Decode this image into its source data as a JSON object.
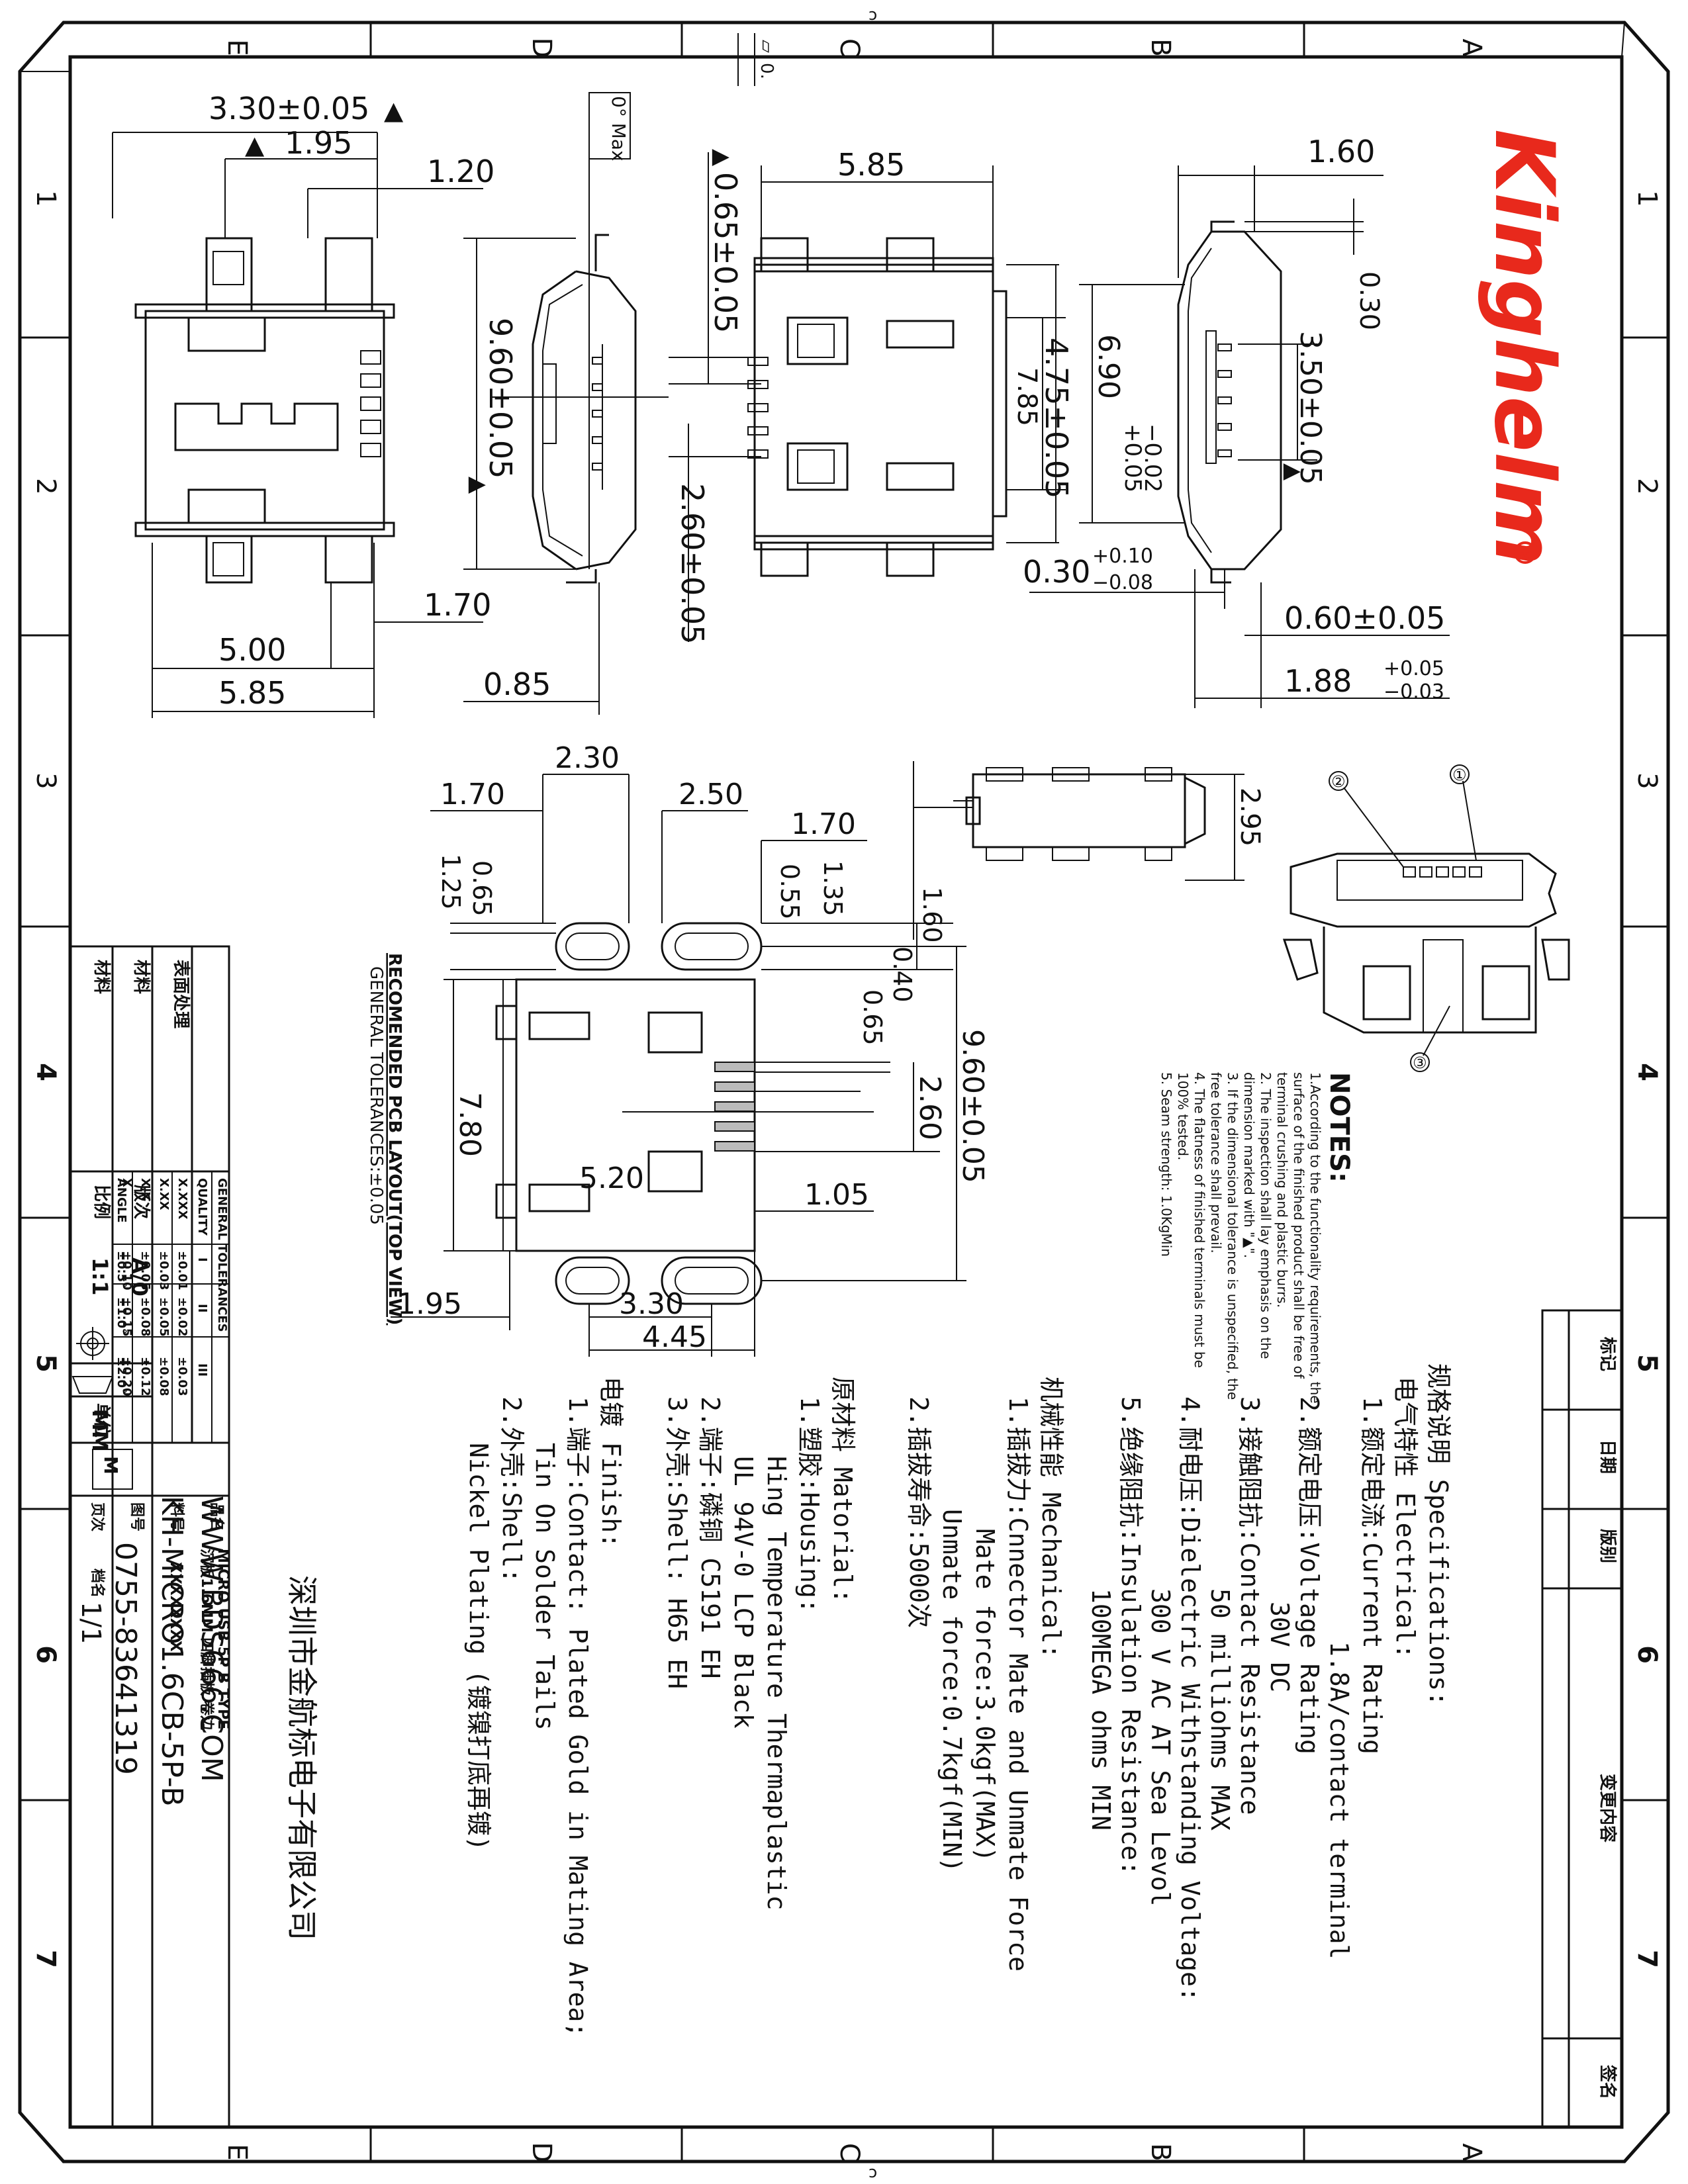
{
  "zone_letters": [
    "E",
    "D",
    "C",
    "B",
    "A"
  ],
  "zone_numbers": [
    "1",
    "2",
    "3",
    "4",
    "5",
    "6",
    "7"
  ],
  "brand": {
    "name": "Kinghelm",
    "color": "#e8291c"
  },
  "front_view_dims": {
    "overall_width": "3.30±0.05",
    "width_a": "1.95",
    "width_b": "1.20",
    "bottom_a": "1.70",
    "bottom_b": "5.00",
    "bottom_c": "5.85"
  },
  "side_view_dims": {
    "height": "9.60±0.05",
    "ref": "0.85",
    "angle": "0° Max",
    "flat": "0."
  },
  "top_view_dims": {
    "width": "5.85",
    "pin_pitch": "0.65±0.05",
    "tail": "2.60±0.05",
    "length": "7.85",
    "inner": "4.75±0.05",
    "opening_a": "6.90",
    "opening_tol_plus": "+0.05",
    "opening_tol_minus": "−0.02",
    "opening_b": "3.50±0.05",
    "gap": "0.30",
    "lead": "0.30",
    "lead_tol_plus": "+0.10",
    "lead_tol_minus": "−0.08"
  },
  "right_view_dims": {
    "top": "1.60",
    "thickness": "0.60±0.05",
    "depth": "1.88",
    "depth_tol_plus": "+0.05",
    "depth_tol_minus": "−0.03"
  },
  "pcb_layout_dims": {
    "d1": "2.30",
    "d2": "1.70",
    "d3": "2.50",
    "d4": "1.70",
    "d5": "1.25",
    "d6": "0.65",
    "d7": "1.35",
    "d8": "0.55",
    "d9": "1.60",
    "d10": "0.40",
    "d11": "0.65",
    "d12": "9.60±0.05",
    "d13": "2.60",
    "d14": "7.80",
    "d15": "5.20",
    "d16": "1.05",
    "d17": "1.95",
    "d18": "3.30",
    "d19": "4.45"
  },
  "small_side_dim": "2.95",
  "pcb_title": "RECOMENDED PCB LAYOUT(TOP VIEW)",
  "pcb_tolerance": "GENERAL TOLERANCES:±0.05",
  "callouts": [
    "①",
    "②",
    "③"
  ],
  "notes": {
    "heading": "NOTES:",
    "lines": [
      "1.According to the functionality requirements, the",
      "surface of the finished product shall be free of",
      "terminal crushing and plastic burrs.",
      "2. The inspection shall lay emphasis on the",
      "dimension marked with \"▲\".",
      "3. If the dimensional tolerance is unspecified, the",
      "free tolerance shall prevail.",
      "4. The flatness of finished terminals must be",
      "100% tested.",
      "5. Seam strength: 1.0KgMin"
    ]
  },
  "specs": [
    {
      "cls": "s-head",
      "text": "规格说明 Specifications:"
    },
    {
      "cls": "s-1",
      "text": "电气特性 Electrical:"
    },
    {
      "cls": "s-2",
      "text": "1.额定电流:Current Rating"
    },
    {
      "cls": "s-3",
      "text": "1.8A/contact terminal"
    },
    {
      "cls": "s-2",
      "text": "2.额定电压:Voltage Rating"
    },
    {
      "cls": "s-3",
      "text": "30V DC"
    },
    {
      "cls": "s-2",
      "text": "3.接触阻抗:Contact Resistance"
    },
    {
      "cls": "s-3",
      "text": "50 milliohms MAX"
    },
    {
      "cls": "s-2",
      "text": "4.耐电压:Dielectric Withstanding Voltage:"
    },
    {
      "cls": "s-3",
      "text": "300 V AC AT Sea Levol"
    },
    {
      "cls": "s-2",
      "text": "5.绝缘阻抗:Insulation Resistance:"
    },
    {
      "cls": "s-3",
      "text": "100MEGA ohms MIN"
    },
    {
      "cls": "s-1",
      "text": "机械性能 Mechanical:"
    },
    {
      "cls": "s-2",
      "text": "1.插拔力:Cnnector Mate and Unmate Force"
    },
    {
      "cls": "s-3",
      "text": "Mate force:3.0kgf(MAX)"
    },
    {
      "cls": "s-3",
      "text": "Unmate force:0.7kgf(MIN)"
    },
    {
      "cls": "s-2",
      "text": "2.插拔寿命:5000次"
    },
    {
      "cls": "s-1",
      "text": "原材料 Matorial:"
    },
    {
      "cls": "s-2",
      "text": "1.塑胶:Housing:"
    },
    {
      "cls": "s-3",
      "text": "Hing Temperature Thermaplastic"
    },
    {
      "cls": "s-3",
      "text": "UL 94V-0  LCP Black"
    },
    {
      "cls": "s-2",
      "text": "2.端子:磷铜 C5191 EH"
    },
    {
      "cls": "s-2",
      "text": "3.外壳:Shell: H65 EH"
    },
    {
      "cls": "s-1",
      "text": "电镀 Finish:"
    },
    {
      "cls": "s-2",
      "text": "1.端子:Contact: Plated Gold in Mating Area;"
    },
    {
      "cls": "s-3",
      "text": "Tin On Solder Tails"
    },
    {
      "cls": "s-2",
      "text": "2.外壳:Shell:"
    },
    {
      "cls": "s-3",
      "text": "Nickel Plating (镀镍打底再镀)"
    }
  ],
  "revision_block": {
    "headers": [
      "标记",
      "日期",
      "版别",
      "变更内容",
      "签名"
    ]
  },
  "title_block": {
    "material_label": "材料",
    "treatment_label": "表面处理",
    "spec_label": "材料",
    "tolerance_title": "GENERAL TOLERANCES",
    "tol_headers": [
      "QUALITY",
      "I",
      "II",
      "III"
    ],
    "tol_rows": [
      [
        "X.XXX",
        "±0.01",
        "±0.02",
        "±0.03"
      ],
      [
        "X.XX",
        "±0.03",
        "±0.05",
        "±0.08"
      ],
      [
        "X.X",
        "±0.05",
        "±0.08",
        "±0.12"
      ],
      [
        "X.",
        "±0.10",
        "±0.15",
        "±0.20"
      ],
      [
        "ANGLE",
        "±0.5°",
        "±1.0°",
        "±2.0°"
      ]
    ],
    "version_label": "版次",
    "version": "A/0",
    "unit_label": "单位",
    "unit": "MM",
    "scale_label": "比例",
    "scale": "1:1",
    "product_label": "品名",
    "product": "MICRO USB 5P B TYPE",
    "product_sub": "沉板1.6MM 四脚插板 卷边",
    "part_label": "料号",
    "part_no": "XXXXXXXX",
    "drawing_label": "图号",
    "page_label": "页次",
    "page": "1/1",
    "file_label": "档名",
    "company": "深圳市金航标电子有限公司",
    "website": "WWW.BDS666.COM",
    "model": "KH-MICRO1.6CB-5P-B",
    "phone": "0755-83641319"
  }
}
